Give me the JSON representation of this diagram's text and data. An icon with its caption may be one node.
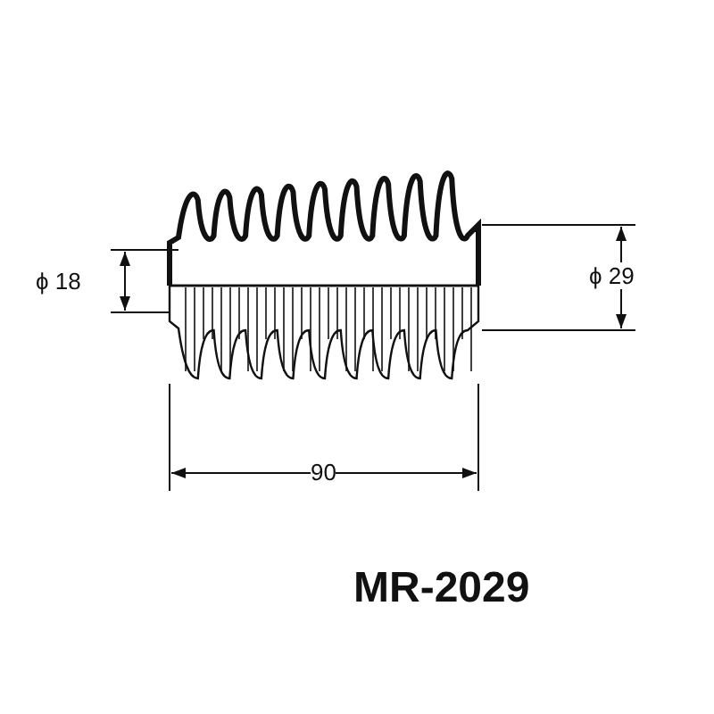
{
  "diagram": {
    "labels": [
      "ϕ 18",
      "ϕ 29",
      "90",
      "MR-2029"
    ]
  }
}
